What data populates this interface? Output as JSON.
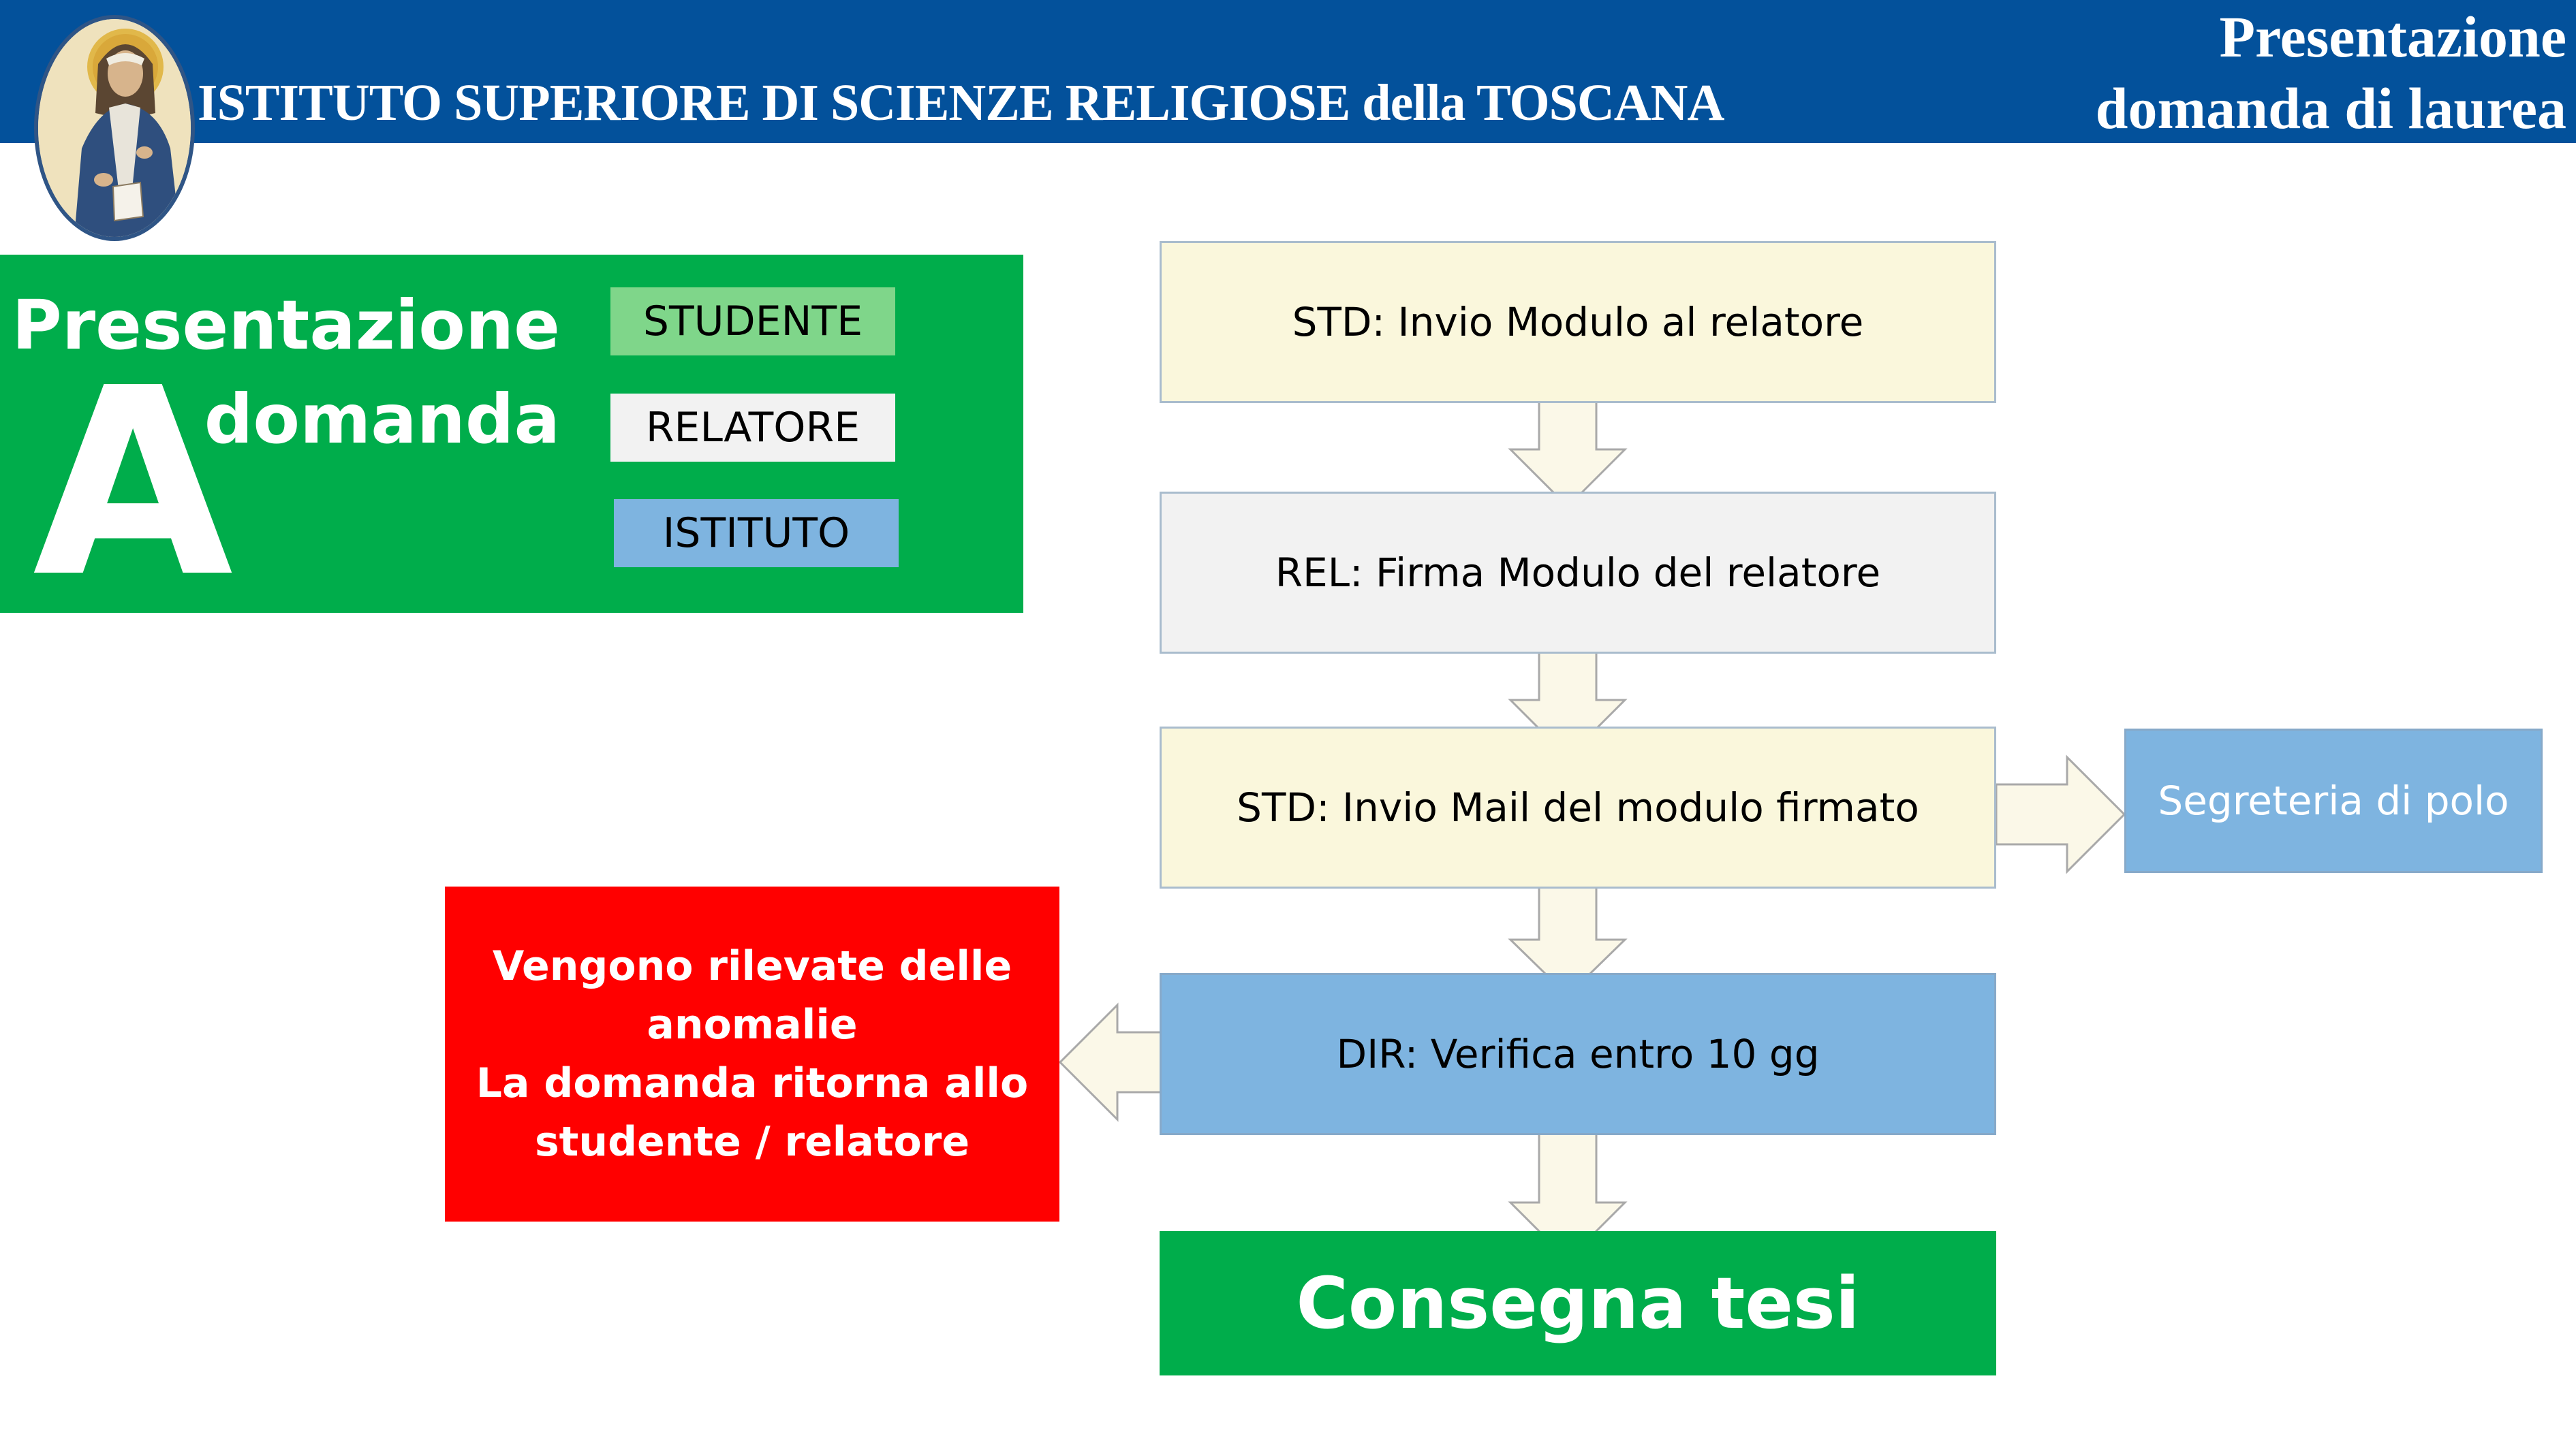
{
  "header": {
    "institute": "ISTITUTO SUPERIORE DI SCIENZE RELIGIOSE della TOSCANA",
    "section_line1": "Presentazione",
    "section_line2": "domanda di laurea"
  },
  "panel": {
    "letter": "A",
    "title_line1": "Presentazione",
    "title_line2": "domanda"
  },
  "legend": {
    "studente": "STUDENTE",
    "relatore": "RELATORE",
    "istituto": "ISTITUTO"
  },
  "flow": {
    "step1": "STD: Invio Modulo al relatore",
    "step2": "REL: Firma Modulo del relatore",
    "step3": "STD: Invio Mail del modulo firmato",
    "step4": "DIR: Verifica entro 10 gg",
    "step5": "Consegna tesi",
    "side": "Segreteria di polo"
  },
  "anomaly": {
    "line1": "Vengono rilevate delle",
    "line2": "anomalie",
    "line3": "La domanda ritorna allo",
    "line4": "studente / relatore"
  },
  "colors": {
    "header_blue": "#03519b",
    "green": "#00ad4b",
    "student_yellow": "#faf7dc",
    "relatore_grey": "#f2f2f2",
    "istituto_blue": "#7eb4e0",
    "alert_red": "#ff0000"
  }
}
